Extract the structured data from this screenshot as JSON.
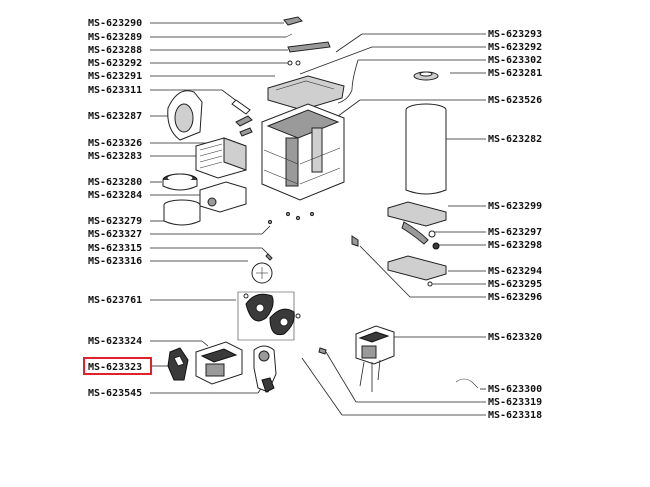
{
  "labels": {
    "left": [
      {
        "id": "p290",
        "code": "MS-623290"
      },
      {
        "id": "p289",
        "code": "MS-623289"
      },
      {
        "id": "p288",
        "code": "MS-623288"
      },
      {
        "id": "p292l",
        "code": "MS-623292"
      },
      {
        "id": "p291",
        "code": "MS-623291"
      },
      {
        "id": "p311",
        "code": "MS-623311"
      },
      {
        "id": "p287",
        "code": "MS-623287"
      },
      {
        "id": "p326",
        "code": "MS-623326"
      },
      {
        "id": "p283",
        "code": "MS-623283"
      },
      {
        "id": "p280",
        "code": "MS-623280"
      },
      {
        "id": "p284",
        "code": "MS-623284"
      },
      {
        "id": "p279",
        "code": "MS-623279"
      },
      {
        "id": "p327",
        "code": "MS-623327"
      },
      {
        "id": "p315",
        "code": "MS-623315"
      },
      {
        "id": "p316",
        "code": "MS-623316"
      },
      {
        "id": "p761",
        "code": "MS-623761"
      },
      {
        "id": "p324",
        "code": "MS-623324"
      },
      {
        "id": "p323",
        "code": "MS-623323"
      },
      {
        "id": "p545",
        "code": "MS-623545"
      }
    ],
    "right": [
      {
        "id": "p293",
        "code": "MS-623293"
      },
      {
        "id": "p292r",
        "code": "MS-623292"
      },
      {
        "id": "p302",
        "code": "MS-623302"
      },
      {
        "id": "p281",
        "code": "MS-623281"
      },
      {
        "id": "p526",
        "code": "MS-623526"
      },
      {
        "id": "p282",
        "code": "MS-623282"
      },
      {
        "id": "p299",
        "code": "MS-623299"
      },
      {
        "id": "p297",
        "code": "MS-623297"
      },
      {
        "id": "p298",
        "code": "MS-623298"
      },
      {
        "id": "p294",
        "code": "MS-623294"
      },
      {
        "id": "p295",
        "code": "MS-623295"
      },
      {
        "id": "p296",
        "code": "MS-623296"
      },
      {
        "id": "p320",
        "code": "MS-623320"
      },
      {
        "id": "p300",
        "code": "MS-623300"
      },
      {
        "id": "p319",
        "code": "MS-623319"
      },
      {
        "id": "p318",
        "code": "MS-623318"
      }
    ]
  },
  "highlight": {
    "code": "MS-623323",
    "color": "#e0202a"
  },
  "colors": {
    "ink": "#222222",
    "part_fill": "#ffffff",
    "shade": "#9a9a9a"
  }
}
